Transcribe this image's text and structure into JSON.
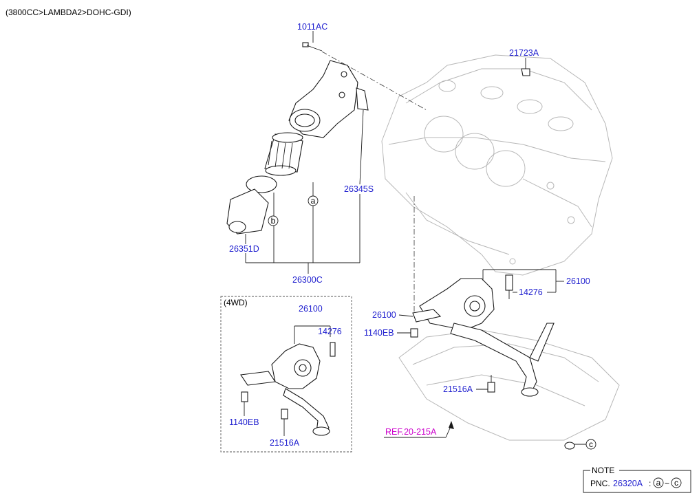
{
  "header": {
    "engine_spec": "(3800CC>LAMBDA2>DOHC-GDI)"
  },
  "labels": {
    "p1011AC": "1011AC",
    "p21723A": "21723A",
    "p26345S": "26345S",
    "p26351D": "26351D",
    "p26300C": "26300C",
    "p26100_main": "26100",
    "p14276_main": "14276",
    "p26100_side": "26100",
    "p1140EB_main": "1140EB",
    "p21516A_main": "21516A",
    "ref": "REF.20-215A"
  },
  "callouts": {
    "a": "a",
    "b": "b",
    "c": "c"
  },
  "inset": {
    "title": "(4WD)",
    "p26100": "26100",
    "p14276": "14276",
    "p1140EB": "1140EB",
    "p21516A": "21516A"
  },
  "note": {
    "title": "NOTE",
    "pnc_prefix": "PNC.",
    "pnc_code": "26320A",
    "colon": ":",
    "range_start": "a",
    "tilde": "~",
    "range_end": "c"
  }
}
